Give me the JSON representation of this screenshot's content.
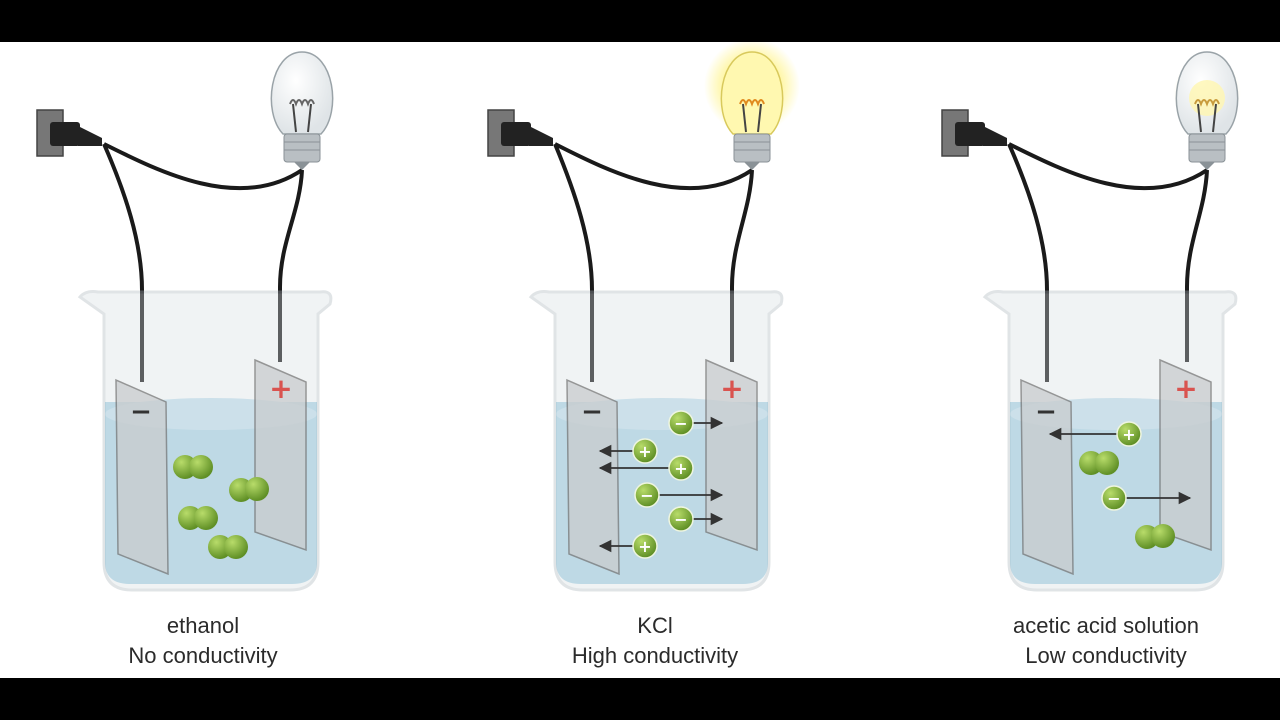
{
  "colors": {
    "wire": "#1a1a1a",
    "solution": "#a9d4e6",
    "solution_surface": "#c7e3ef",
    "glass": "#d7dde2",
    "glass_edge": "#a9b3ba",
    "electrode": "#c9ccce",
    "molecule": "#6e9e2e",
    "molecule_highlight": "#a6cc5c",
    "plus_sign": "#d9534f",
    "minus_sign": "#333333",
    "bulb_glow": "#fff27a"
  },
  "setups": [
    {
      "substance": "ethanol",
      "conductivity": "No conductivity",
      "bulb": "off",
      "electrode_labels": {
        "negative": "−",
        "positive": "+"
      },
      "particles": {
        "molecules": 4,
        "cations": 0,
        "anions": 0
      }
    },
    {
      "substance": "KCl",
      "conductivity": "High conductivity",
      "bulb": "bright",
      "electrode_labels": {
        "negative": "−",
        "positive": "+"
      },
      "particles": {
        "molecules": 0,
        "cations": 3,
        "anions": 3
      }
    },
    {
      "substance": "acetic acid solution",
      "conductivity": "Low conductivity",
      "bulb": "dim",
      "electrode_labels": {
        "negative": "−",
        "positive": "+"
      },
      "particles": {
        "molecules": 2,
        "cations": 1,
        "anions": 1
      }
    }
  ],
  "ion_glyphs": {
    "cation": "+",
    "anion": "−"
  }
}
